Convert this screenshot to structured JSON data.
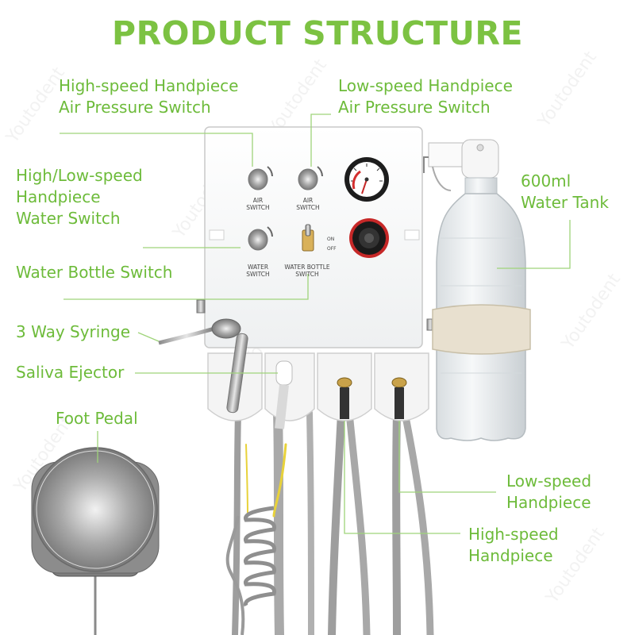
{
  "title": "PRODUCT STRUCTURE",
  "labels": {
    "high_air": "High-speed Handpiece\nAir Pressure Switch",
    "low_air": "Low-speed Handpiece\nAir Pressure Switch",
    "water_switch": "High/Low-speed\nHandpiece\nWater Switch",
    "water_tank": "600ml\nWater Tank",
    "bottle_switch": "Water Bottle Switch",
    "syringe": "3 Way Syringe",
    "saliva": "Saliva Ejector",
    "foot_pedal": "Foot Pedal",
    "low_speed": "Low-speed\nHandpiece",
    "high_speed": "High-speed\nHandpiece"
  },
  "panel": {
    "air1": "AIR\nSWITCH",
    "air2": "AIR\nSWITCH",
    "water": "WATER\nSWITCH",
    "bottle": "WATER BOTTLE\nSWITCH",
    "on": "ON",
    "off": "OFF"
  },
  "watermark": "Youtodent",
  "colors": {
    "accent": "#7cc242",
    "label": "#6dbb3a",
    "leader": "#9fd47a"
  }
}
